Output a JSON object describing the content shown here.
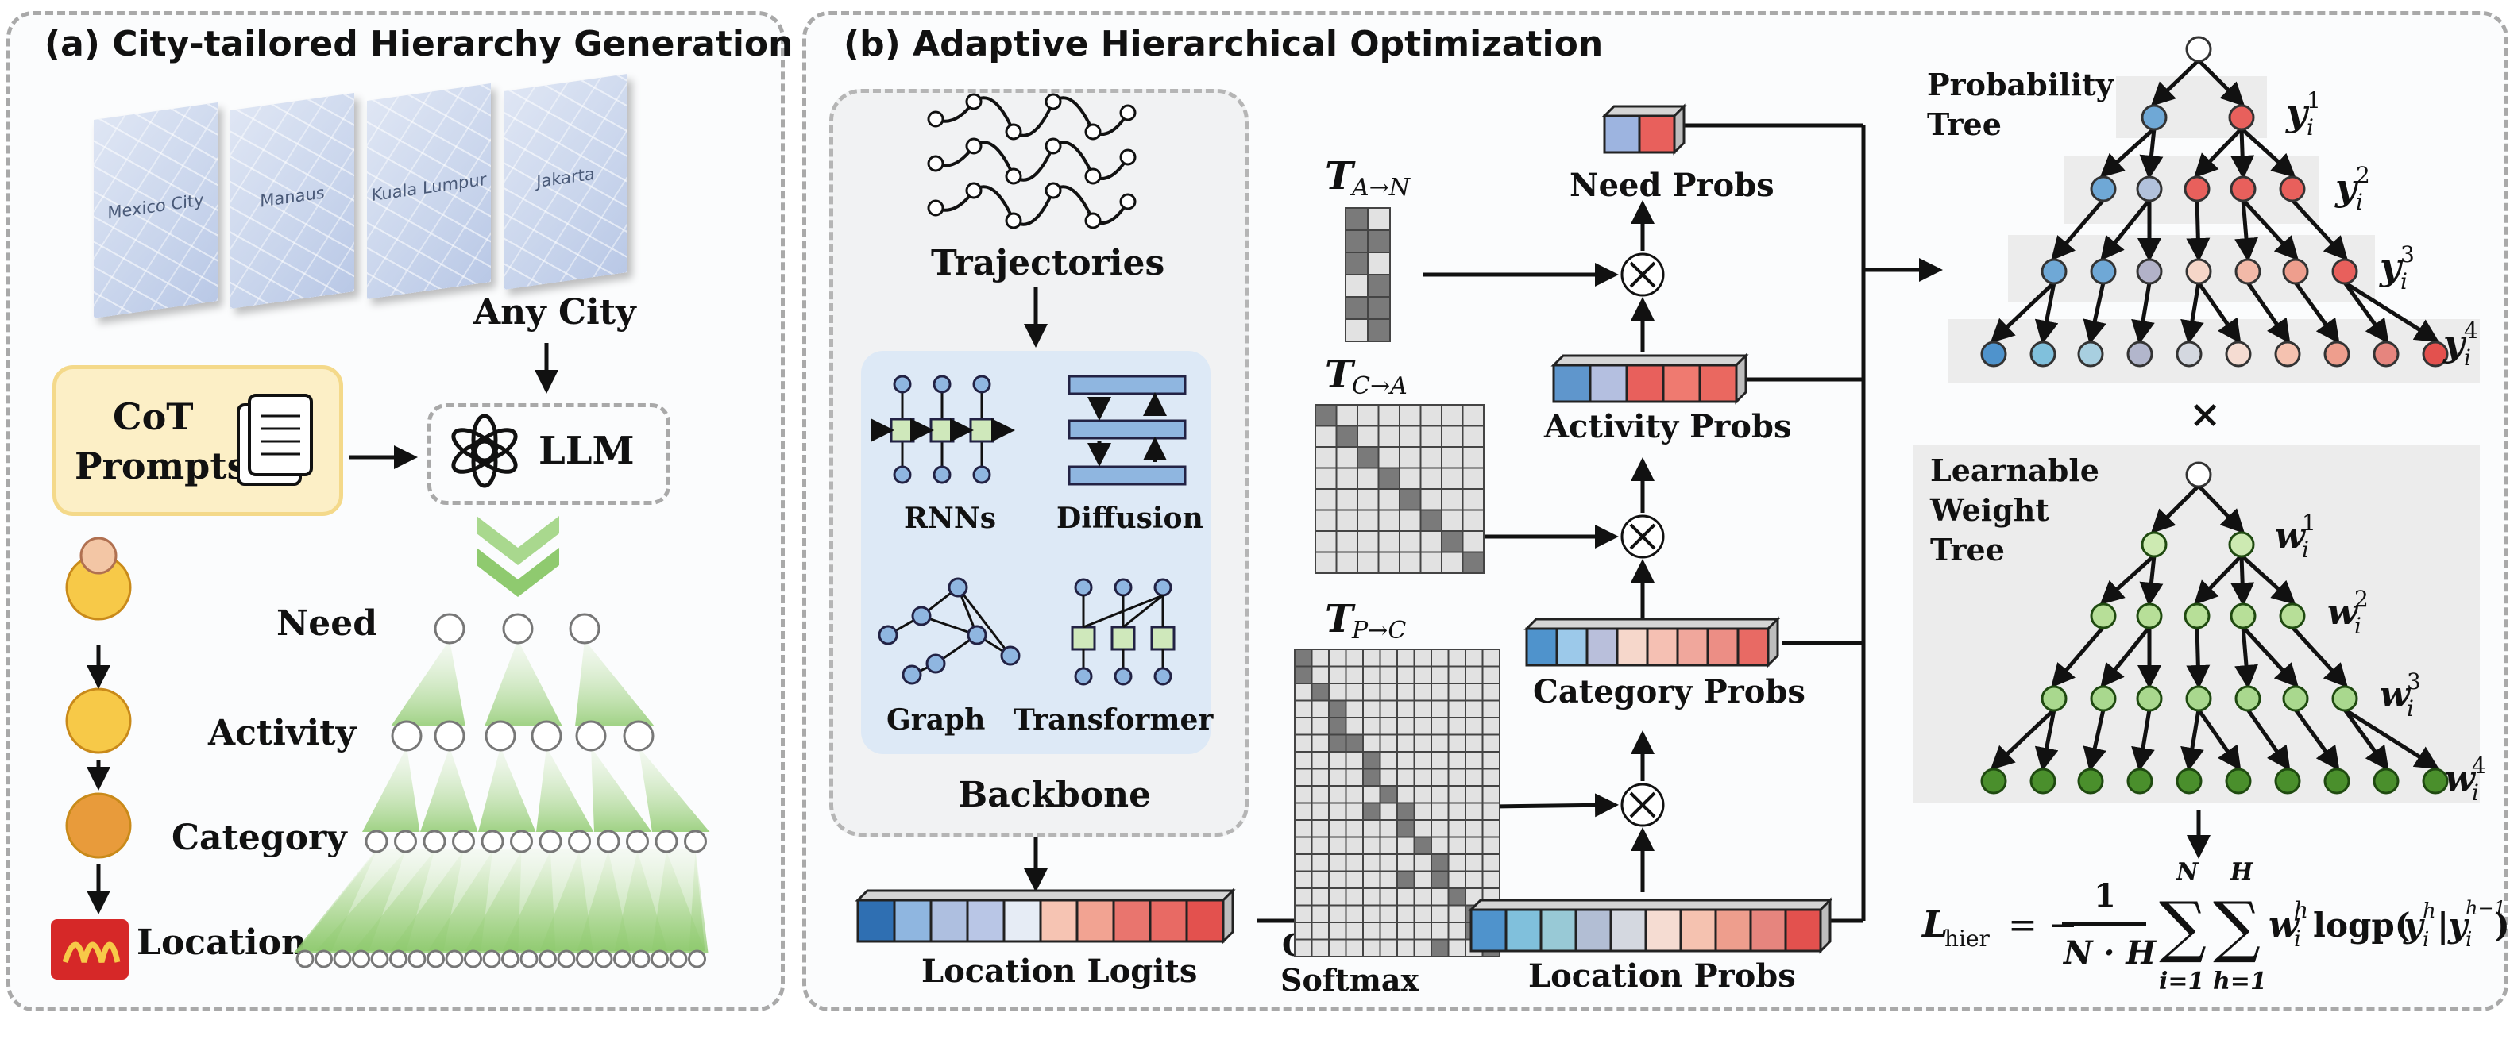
{
  "panel_a": {
    "title": "(a) City-tailored Hierarchy Generation",
    "maps": [
      "Mexico City",
      "Manaus",
      "Kuala Lumpur",
      "Jakarta"
    ],
    "any_city": "Any City",
    "cot_line1": "CoT",
    "cot_line2": "Prompts",
    "llm": "LLM",
    "levels": [
      "Need",
      "Activity",
      "Category",
      "Location"
    ],
    "logo_text": "McDonald's"
  },
  "panel_b": {
    "title": "(b) Adaptive Hierarchical Optimization",
    "trajectories": "Trajectories",
    "backbone": "Backbone",
    "models": [
      "RNNs",
      "Diffusion",
      "Graph",
      "Transformer"
    ],
    "location_logits": "Location Logits",
    "gumbel_line1": "Gumbel",
    "gumbel_line2": "Softmax",
    "location_probs": "Location Probs",
    "category_probs": "Category Probs",
    "activity_probs": "Activity Probs",
    "need_probs": "Need Probs",
    "t_an": {
      "base": "T",
      "sub": "A→N"
    },
    "t_ca": {
      "base": "T",
      "sub": "C→A"
    },
    "t_pc": {
      "base": "T",
      "sub": "P→C"
    },
    "prob_tree_line1": "Probability",
    "prob_tree_line2": "Tree",
    "weight_tree_line1": "Learnable",
    "weight_tree_line2": "Weight",
    "weight_tree_line3": "Tree",
    "times": "×",
    "y_labels": [
      "y",
      "y",
      "y",
      "y"
    ],
    "w_labels": [
      "w",
      "w",
      "w",
      "w"
    ],
    "level_sups": [
      "1",
      "2",
      "3",
      "4"
    ],
    "formula": {
      "lhs": "L",
      "lhs_sub": "hier",
      "eq": "= −",
      "frac_num": "1",
      "frac_den": "N · H",
      "sum1_top": "N",
      "sum1_bot": "i=1",
      "sum2_top": "H",
      "sum2_bot": "h=1",
      "body": "w",
      "body_sup": "h",
      "body_sub": "i",
      "logp": "logp(",
      "y": "y",
      "bar": "|",
      "ysup2": "h−1",
      "close": ")"
    }
  },
  "colors": {
    "green_light": "#cdeab2",
    "green_mid": "#a9d88e",
    "green_dark": "#4a8f2c",
    "blue_node": "#6fa8d6",
    "red_node": "#e8605c",
    "panel_gray": "#ececec",
    "backbone_blue": "#dde9f6",
    "cot_fill": "#fcefc6",
    "cot_border": "#f4d98a"
  }
}
